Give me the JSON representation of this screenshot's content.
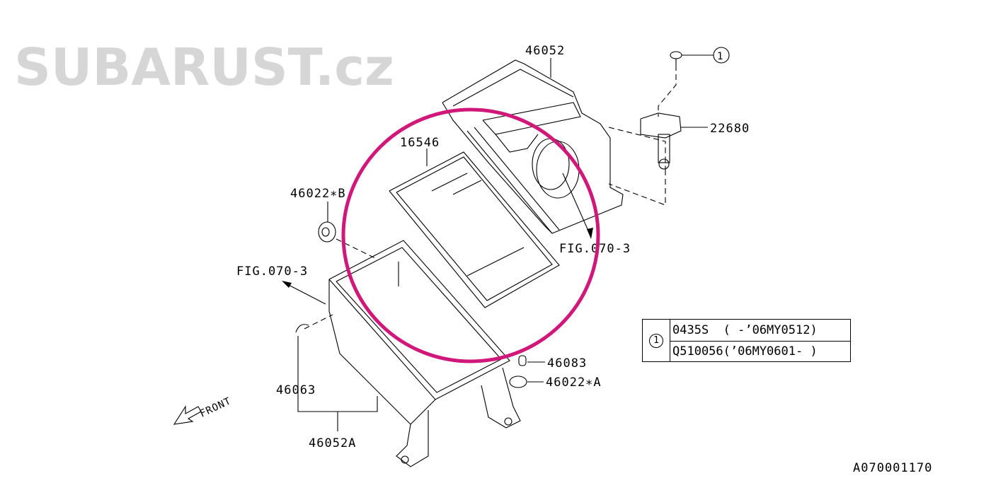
{
  "watermark": "SUBARUST.cz",
  "highlight_color": "#d0187a",
  "labels": {
    "p46052": "46052",
    "p22680": "22680",
    "p16546": "16546",
    "p46022b": "46022∗B",
    "fig_right": "FIG.070-3",
    "fig_left": "FIG.070-3",
    "p46083": "46083",
    "p46022a": "46022∗A",
    "p46063": "46063",
    "p46052a": "46052A",
    "front": "FRONT",
    "callout_1": "1",
    "diagram_id": "A070001170"
  },
  "legend": {
    "callout": "1",
    "rows": [
      "0435S  ( -’06MY0512)",
      "Q510056(’06MY0601- )"
    ]
  }
}
